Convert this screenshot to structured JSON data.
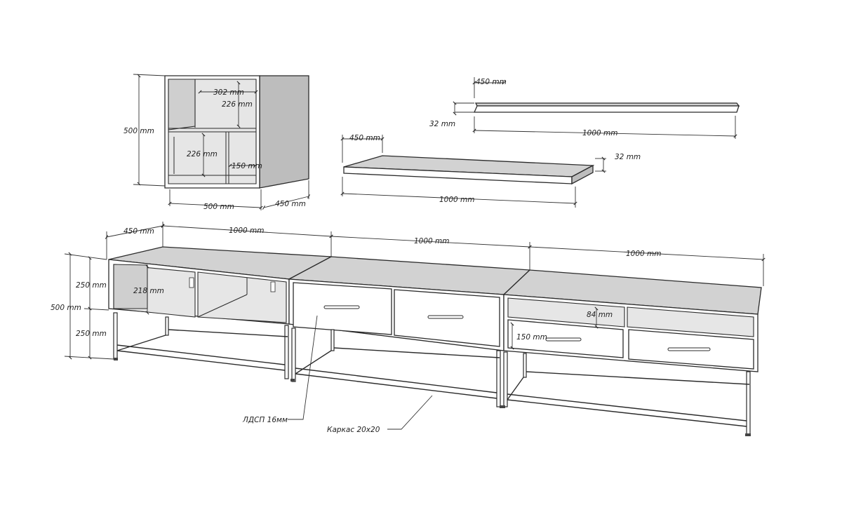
{
  "dimensions": {
    "shelf_unit": {
      "height": "500 mm",
      "width": "500 mm",
      "depth": "450 mm",
      "inner_width": "302 mm",
      "inner_height_upper": "226 mm",
      "inner_height_lower": "226 mm",
      "inner_width_small": "150 mm"
    },
    "shelf_upper": {
      "depth": "450 mm",
      "thickness": "32 mm",
      "length": "1000 mm"
    },
    "shelf_lower": {
      "depth": "450 mm",
      "thickness": "32 mm",
      "length": "1000 mm"
    },
    "tv_stand": {
      "depth": "450 mm",
      "section_1": "1000 mm",
      "section_2": "1000 mm",
      "section_3": "1000 mm",
      "total_height": "500 mm",
      "top_height": "250 mm",
      "leg_height": "250 mm",
      "niche_height": "218 mm",
      "niche_small": "84 mm",
      "drawer_height": "150 mm"
    }
  },
  "callouts": {
    "material": "ЛДСП 16мм",
    "frame": "Каркас 20х20"
  },
  "colors": {
    "top_face": "#d2d2d2",
    "side_face": "#bdbdbd",
    "line": "#2b2b2b"
  }
}
